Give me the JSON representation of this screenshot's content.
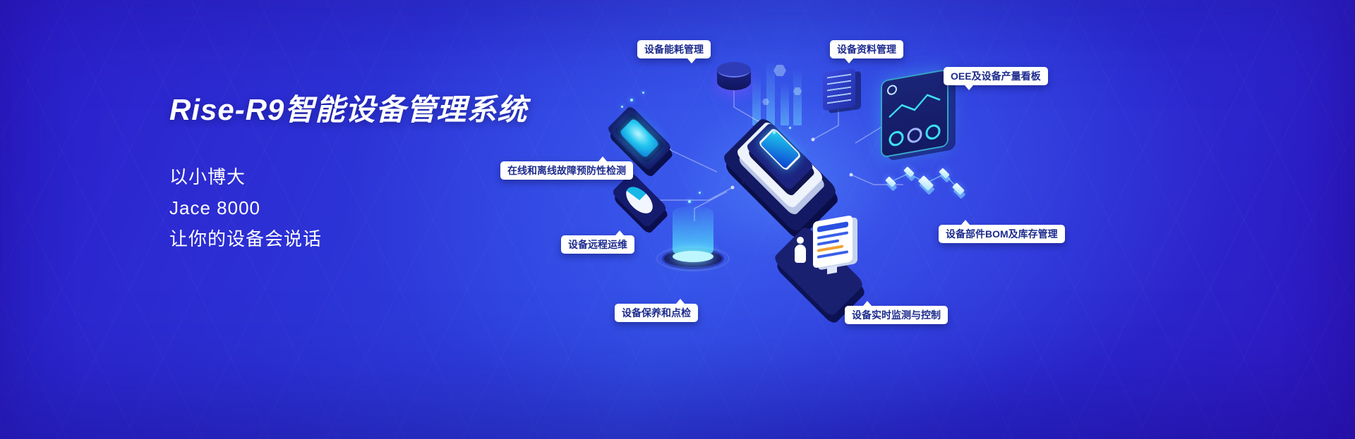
{
  "theme": {
    "background_deep": "#2a1cc4",
    "background_bright": "#3558ee",
    "label_background": "#ffffff",
    "label_text_color": "#1d2b8e",
    "accent_cyan": "#3ce0f0",
    "text_color": "#ffffff"
  },
  "hero": {
    "title": "Rise-R9智能设备管理系统",
    "lines": [
      "以小博大",
      "Jace 8000",
      "让你的设备会说话"
    ]
  },
  "feature_labels": [
    {
      "id": "energy",
      "text": "设备能耗管理"
    },
    {
      "id": "records",
      "text": "设备资料管理"
    },
    {
      "id": "oee",
      "text": "OEE及设备产量看板"
    },
    {
      "id": "fault-detection",
      "text": "在线和离线故障预防性检测"
    },
    {
      "id": "remote-ops",
      "text": "设备远程运维"
    },
    {
      "id": "maintenance",
      "text": "设备保养和点检"
    },
    {
      "id": "realtime-monitor",
      "text": "设备实时监测与控制"
    },
    {
      "id": "bom-inventory",
      "text": "设备部件BOM及库存管理"
    }
  ],
  "illustration": {
    "icons": [
      "database-cylinder-icon",
      "server-stack-icon",
      "dashboard-panel-icon",
      "glow-screen-icon",
      "central-device-icon",
      "pie-chart-tile-icon",
      "hologram-projector-icon",
      "operator-workstation-icon",
      "linked-cubes-icon"
    ]
  }
}
